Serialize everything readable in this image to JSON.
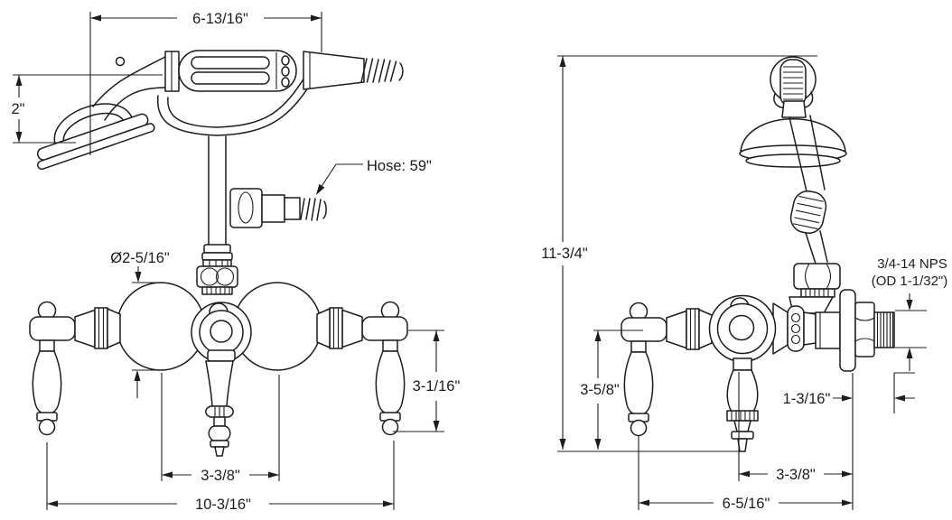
{
  "canvas": {
    "background": "#ffffff",
    "line_color": "#1c1c1c"
  },
  "front": {
    "top_width": "6-13/16\"",
    "head_height": "2\"",
    "hose": "Hose: 59\"",
    "body_diameter": "Ø2-5/16\"",
    "handle_drop": "3-1/16\"",
    "valve_centers": "3-3/8\"",
    "overall_width": "10-3/16\""
  },
  "side": {
    "overall_height": "11-3/4\"",
    "thread_spec": "3/4-14 NPS",
    "thread_od": "(OD 1-1/32\")",
    "handle_drop": "3-5/8\"",
    "nipple_length": "1-3/16\"",
    "spout_to_wall": "3-3/8\"",
    "overall_depth": "6-5/16\""
  }
}
